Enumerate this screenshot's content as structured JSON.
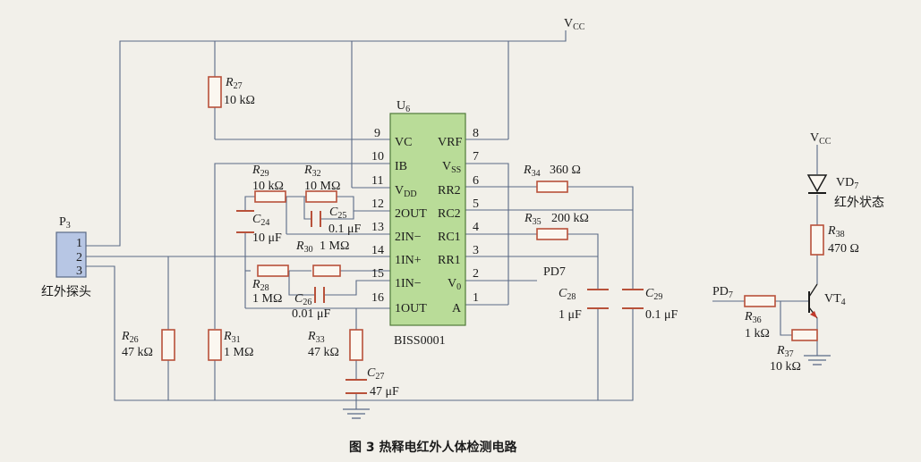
{
  "caption": "图 3   热释电红外人体检测电路",
  "vcc_main": {
    "base": "V",
    "sub": "CC"
  },
  "vcc_right": {
    "base": "V",
    "sub": "CC"
  },
  "ic": {
    "designator": {
      "base": "U",
      "sub": "6"
    },
    "part_number": "BISS0001",
    "left_pins": [
      {
        "num": "9",
        "name": "VC"
      },
      {
        "num": "10",
        "name": "IB"
      },
      {
        "num": "11",
        "name": "V",
        "name_sub": "DD"
      },
      {
        "num": "12",
        "name": "2OUT"
      },
      {
        "num": "13",
        "name": "2IN−"
      },
      {
        "num": "14",
        "name": "1IN+"
      },
      {
        "num": "15",
        "name": "1IN−"
      },
      {
        "num": "16",
        "name": "1OUT"
      }
    ],
    "right_pins": [
      {
        "num": "8",
        "name": "VRF"
      },
      {
        "num": "7",
        "name": "V",
        "name_sub": "SS"
      },
      {
        "num": "6",
        "name": "RR2"
      },
      {
        "num": "5",
        "name": "RC2"
      },
      {
        "num": "4",
        "name": "RC1"
      },
      {
        "num": "3",
        "name": "RR1"
      },
      {
        "num": "2",
        "name": "V",
        "name_sub": "0"
      },
      {
        "num": "1",
        "name": "A"
      }
    ]
  },
  "connector": {
    "designator": {
      "base": "P",
      "sub": "3"
    },
    "pins": [
      "1",
      "2",
      "3"
    ],
    "label": "红外探头"
  },
  "components": {
    "R27": {
      "base": "R",
      "sub": "27",
      "value": "10 kΩ"
    },
    "R29": {
      "base": "R",
      "sub": "29",
      "value": "10 kΩ"
    },
    "R32": {
      "base": "R",
      "sub": "32",
      "value": "10 MΩ"
    },
    "C24": {
      "base": "C",
      "sub": "24",
      "value": "10 μF"
    },
    "C25": {
      "base": "C",
      "sub": "25",
      "value": "0.1 μF"
    },
    "R30": {
      "base": "R",
      "sub": "30",
      "value": "1 MΩ"
    },
    "R28": {
      "base": "R",
      "sub": "28",
      "value": "1 MΩ"
    },
    "C26": {
      "base": "C",
      "sub": "26",
      "value": "0.01 μF"
    },
    "R26": {
      "base": "R",
      "sub": "26",
      "value": "47 kΩ"
    },
    "R31": {
      "base": "R",
      "sub": "31",
      "value": "1 MΩ"
    },
    "R33": {
      "base": "R",
      "sub": "33",
      "value": "47 kΩ"
    },
    "C27": {
      "base": "C",
      "sub": "27",
      "value": "47 μF"
    },
    "R34": {
      "base": "R",
      "sub": "34",
      "value": "360 Ω"
    },
    "R35": {
      "base": "R",
      "sub": "35",
      "value": "200 kΩ"
    },
    "C28": {
      "base": "C",
      "sub": "28",
      "value": "1 μF"
    },
    "C29": {
      "base": "C",
      "sub": "29",
      "value": "0.1 μF"
    },
    "VD7": {
      "base": "VD",
      "sub": "7",
      "value": "红外状态"
    },
    "R38": {
      "base": "R",
      "sub": "38",
      "value": "470 Ω"
    },
    "R36": {
      "base": "R",
      "sub": "36",
      "value": "1 kΩ"
    },
    "R37": {
      "base": "R",
      "sub": "37",
      "value": "10 kΩ"
    },
    "VT4": {
      "base": "VT",
      "sub": "4"
    }
  },
  "net_labels": {
    "pd7_out": "PD7",
    "pd7_in": {
      "base": "PD",
      "sub": "7"
    }
  }
}
